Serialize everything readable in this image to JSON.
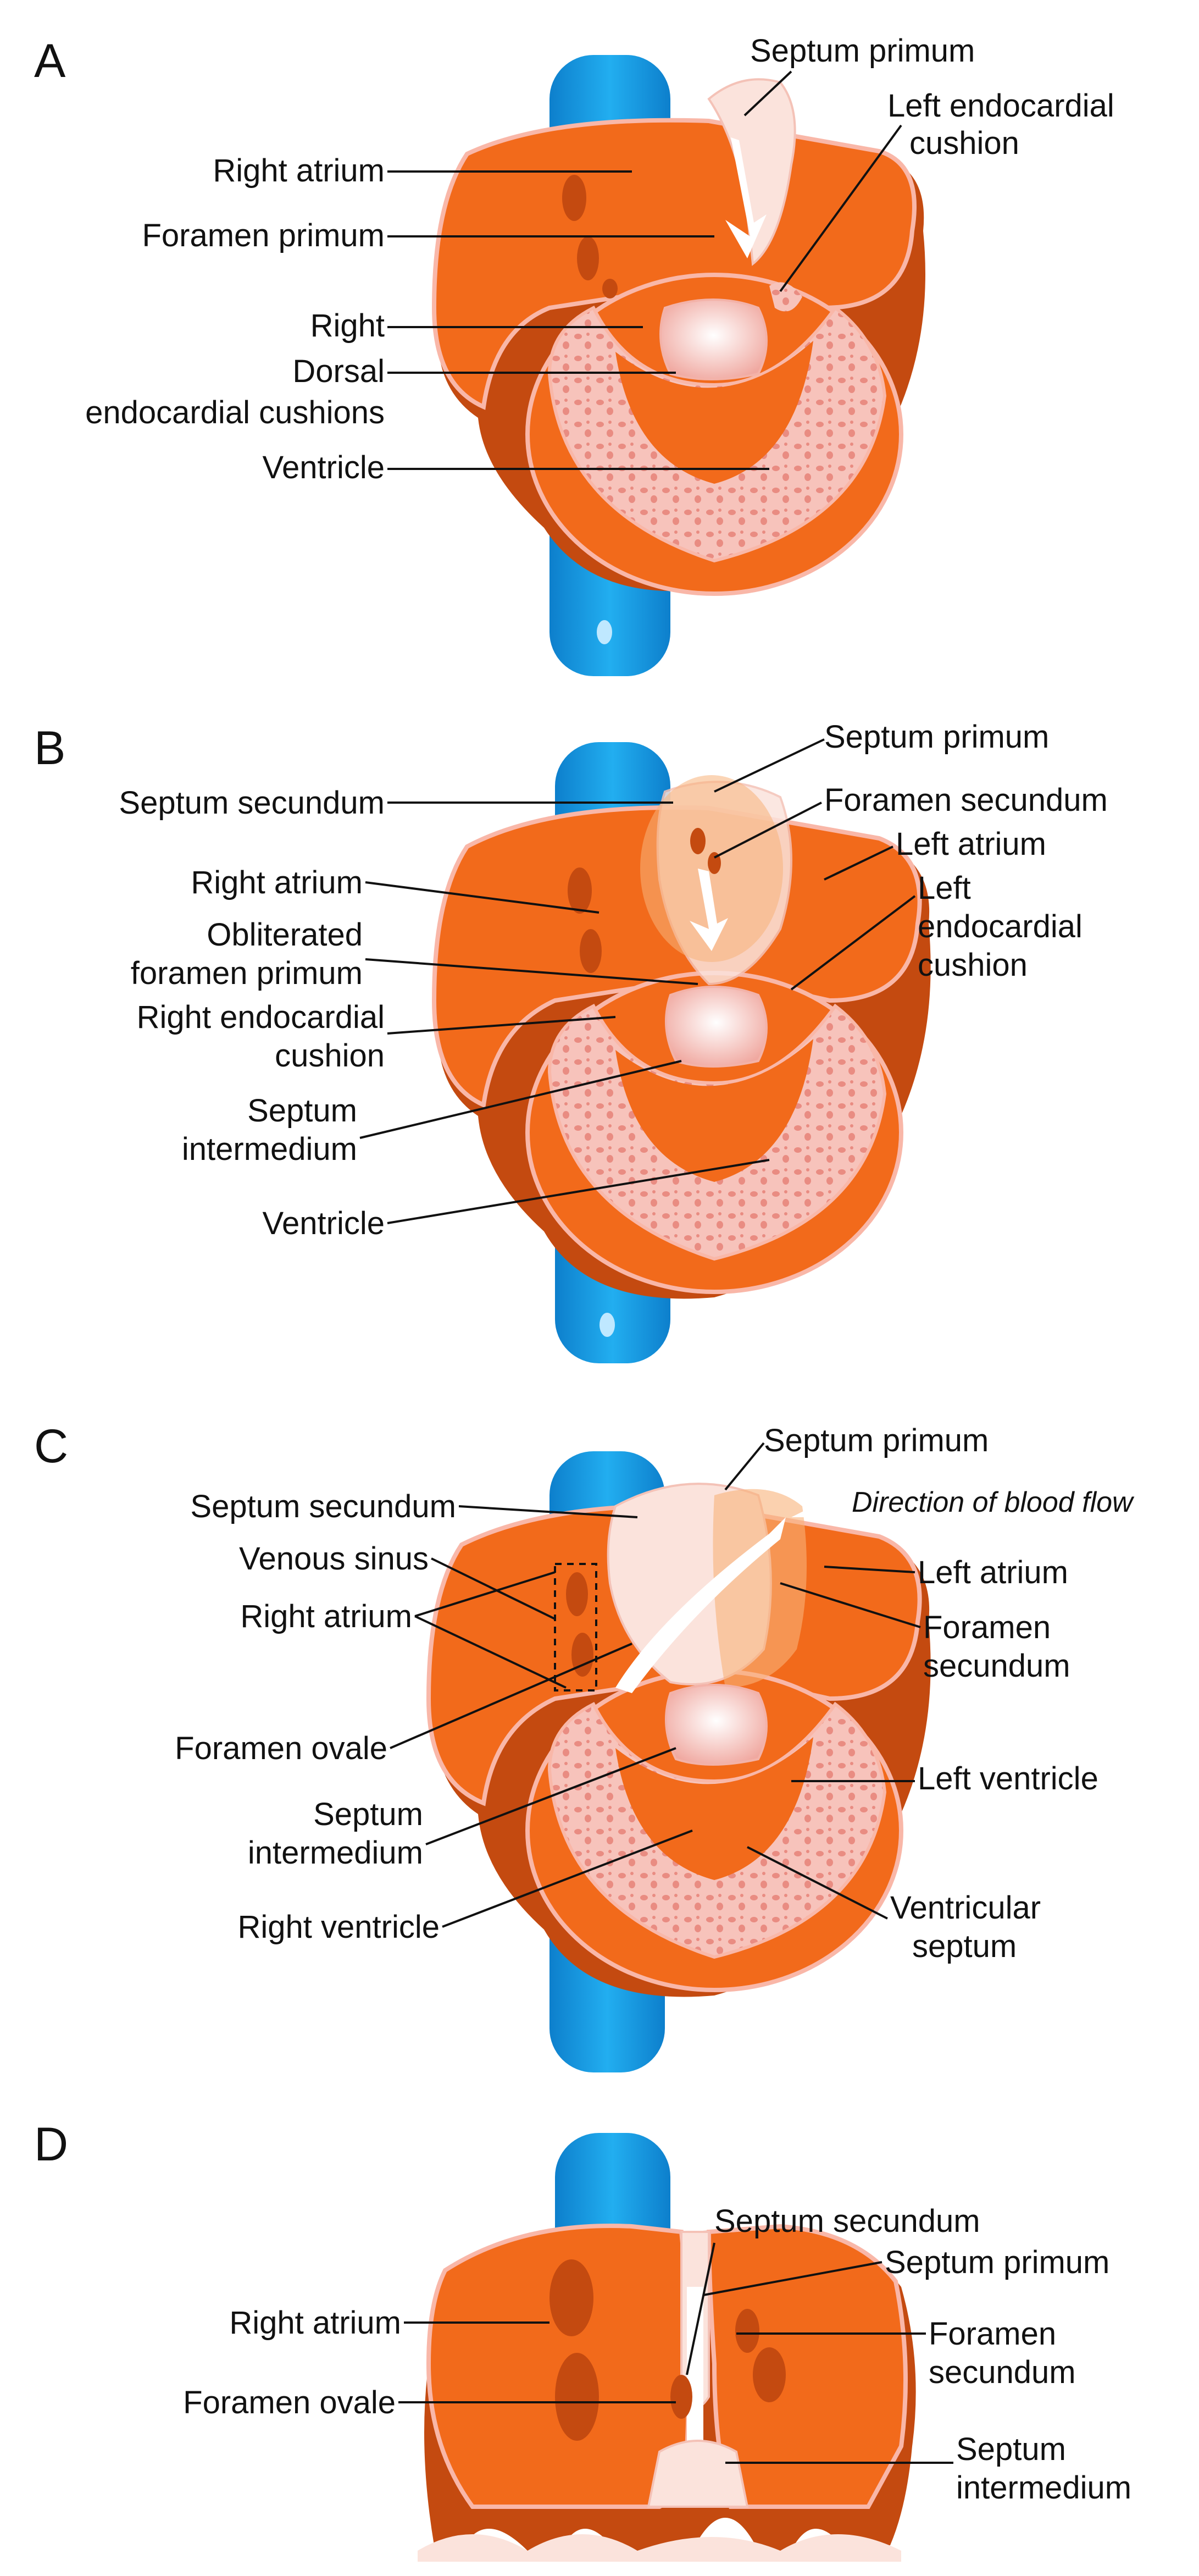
{
  "panels": {
    "A": {
      "letter": "A",
      "labels": {
        "septum_primum": "Septum primum",
        "left_endocardial_cushion_1": "Left endocardial",
        "left_endocardial_cushion_2": "cushion",
        "right_atrium": "Right atrium",
        "foramen_primum": "Foramen primum",
        "right": "Right",
        "dorsal": "Dorsal",
        "endocardial_cushions": "endocardial cushions",
        "ventricle": "Ventricle"
      }
    },
    "B": {
      "letter": "B",
      "labels": {
        "septum_primum": "Septum primum",
        "septum_secundum": "Septum secundum",
        "foramen_secundum": "Foramen secundum",
        "right_atrium": "Right atrium",
        "left_atrium": "Left atrium",
        "obliterated_1": "Obliterated",
        "obliterated_2": "foramen primum",
        "left_1": "Left",
        "left_2": "endocardial",
        "left_3": "cushion",
        "right_endocardial_1": "Right endocardial",
        "right_endocardial_2": "cushion",
        "septum_intermedium_1": "Septum",
        "septum_intermedium_2": "intermedium",
        "ventricle": "Ventricle"
      }
    },
    "C": {
      "letter": "C",
      "labels": {
        "septum_primum": "Septum primum",
        "septum_secundum": "Septum secundum",
        "direction": "Direction of blood flow",
        "venous_sinus": "Venous sinus",
        "left_atrium": "Left atrium",
        "right_atrium": "Right atrium",
        "foramen_secundum_1": "Foramen",
        "foramen_secundum_2": "secundum",
        "foramen_ovale": "Foramen ovale",
        "left_ventricle": "Left ventricle",
        "septum_intermedium_1": "Septum",
        "septum_intermedium_2": "intermedium",
        "right_ventricle": "Right ventricle",
        "ventricular_septum_1": "Ventricular",
        "ventricular_septum_2": "septum"
      }
    },
    "D": {
      "letter": "D",
      "labels": {
        "septum_secundum": "Septum secundum",
        "septum_primum": "Septum primum",
        "right_atrium": "Right atrium",
        "foramen_secundum_1": "Foramen",
        "foramen_secundum_2": "secundum",
        "foramen_ovale": "Foramen ovale",
        "septum_intermedium_1": "Septum",
        "septum_intermedium_2": "intermedium"
      }
    }
  },
  "colors": {
    "vessel": "#1a9fe0",
    "vessel_dark": "#0d6fb8",
    "atrium": "#f26a1b",
    "atrium_dark": "#c44a10",
    "tissue": "#f5b8b0",
    "tissue_dark": "#e88a80",
    "cushion": "#f9c6c0",
    "septum_light": "#fbe3dc"
  }
}
